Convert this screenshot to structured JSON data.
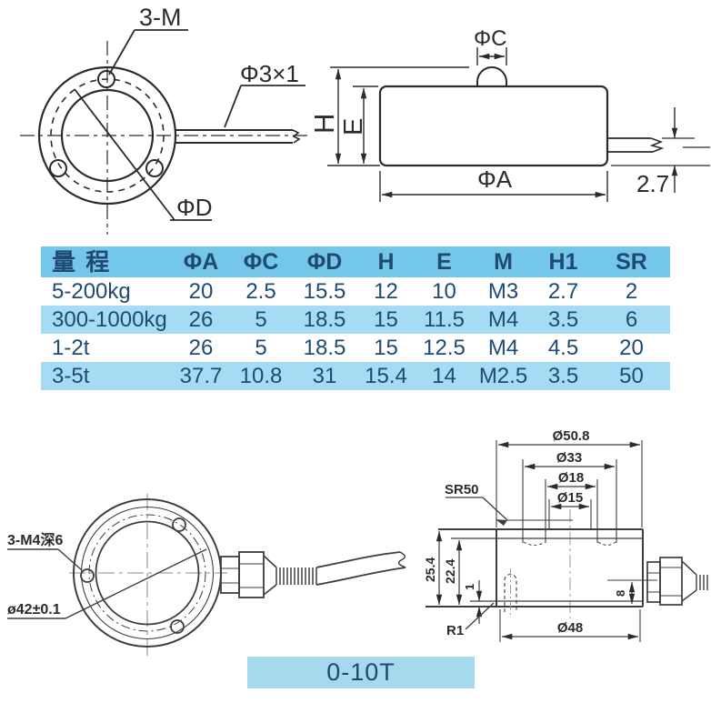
{
  "colors": {
    "table_header_blue": "#74c7e9",
    "table_row_blue": "#a6dcf3",
    "badge_blue": "#a6d8ee",
    "text_navy": "#1e4a73",
    "line_ink": "#2b2b2b"
  },
  "front_view": {
    "thread_label": "3-M",
    "cable_label": "Φ3×1",
    "hole_circle_label": "ΦD"
  },
  "side_view": {
    "cap_label": "ΦC",
    "height_label": "H",
    "body_height_label": "E",
    "diameter_label": "ΦA",
    "cable_dim_label": "2.7"
  },
  "spec_table": {
    "headers": [
      "量 程",
      "ΦA",
      "ΦC",
      "ΦD",
      "H",
      "E",
      "M",
      "H1",
      "SR"
    ],
    "rows": [
      {
        "range": "5-200kg",
        "values": [
          "20",
          "2.5",
          "15.5",
          "12",
          "10",
          "M3",
          "2.7",
          "2"
        ]
      },
      {
        "range": "300-1000kg",
        "values": [
          "26",
          "5",
          "18.5",
          "15",
          "11.5",
          "M4",
          "3.5",
          "6"
        ]
      },
      {
        "range": "1-2t",
        "values": [
          "26",
          "5",
          "18.5",
          "15",
          "12.5",
          "M4",
          "4.5",
          "20"
        ]
      },
      {
        "range": "3-5t",
        "values": [
          "37.7",
          "10.8",
          "31",
          "15.4",
          "14",
          "M2.5",
          "3.5",
          "50"
        ]
      }
    ]
  },
  "bottom_front_view": {
    "thread_label": "3-M4深6",
    "bolt_circle_label": "ø42±0.1"
  },
  "section_view": {
    "dia_outer": "Ø50.8",
    "dia_groove_outer": "Ø33",
    "dia_groove_inner": "Ø18",
    "dia_boss": "Ø15",
    "sphere_radius_label": "SR50",
    "total_height": "25.4",
    "inner_height": "22.4",
    "step_height": "1",
    "fillet_label": "R1",
    "base_dia": "Ø48",
    "cable_offset": "8"
  },
  "capacity_badge": {
    "label": "0-10T"
  }
}
